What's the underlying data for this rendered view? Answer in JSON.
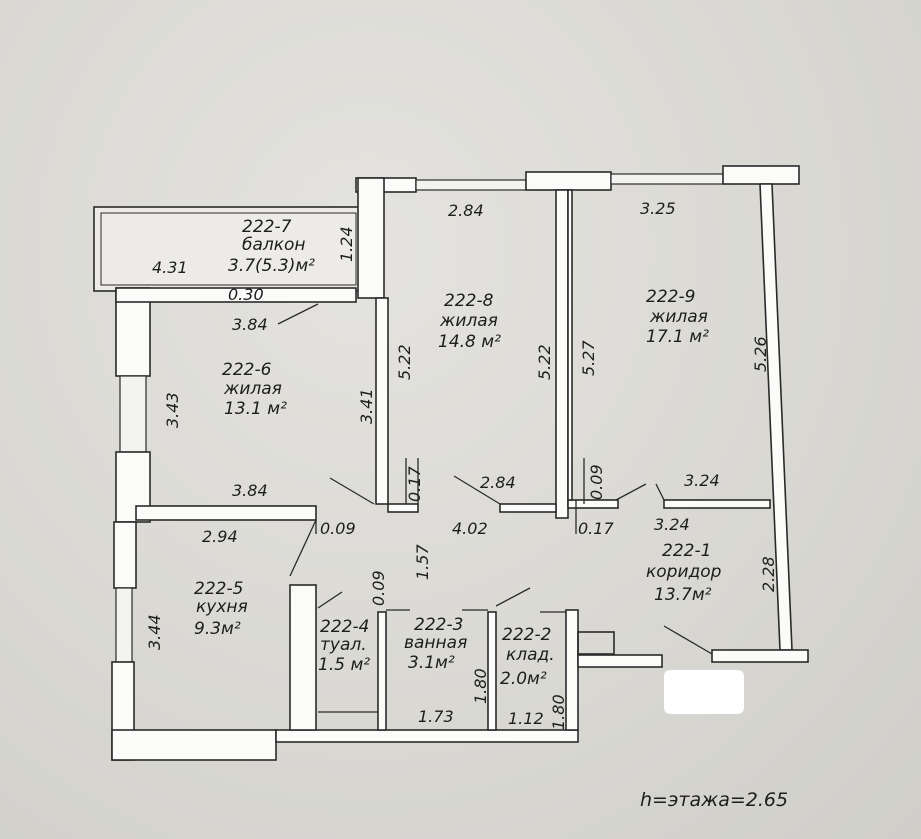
{
  "rooms": {
    "balcony": {
      "id": "222-7",
      "name": "балкон",
      "area": "3.7(5.3)м²"
    },
    "living6": {
      "id": "222-6",
      "name": "жилая",
      "area": "13.1 м²"
    },
    "living8": {
      "id": "222-8",
      "name": "жилая",
      "area": "14.8 м²"
    },
    "living9": {
      "id": "222-9",
      "name": "жилая",
      "area": "17.1 м²"
    },
    "kitchen": {
      "id": "222-5",
      "name": "кухня",
      "area": "9.3м²"
    },
    "toilet": {
      "id": "222-4",
      "name": "туал.",
      "area": "1.5 м²"
    },
    "bath": {
      "id": "222-3",
      "name": "ванная",
      "area": "3.1м²"
    },
    "storage": {
      "id": "222-2",
      "name": "клад.",
      "area": "2.0м²"
    },
    "corridor": {
      "id": "222-1",
      "name": "коридор",
      "area": "13.7м²"
    }
  },
  "dims": {
    "d431": "4.31",
    "d124": "1.24",
    "d030": "0.30",
    "d384a": "3.84",
    "d343": "3.43",
    "d341": "3.41",
    "d384b": "3.84",
    "d284a": "2.84",
    "d522a": "5.22",
    "d522b": "5.22",
    "d017a": "0.17",
    "d284b": "2.84",
    "d325": "3.25",
    "d527": "5.27",
    "d526": "5.26",
    "d009a": "0.09",
    "d324a": "3.24",
    "d294": "2.94",
    "d009b": "0.09",
    "d402": "4.02",
    "d017b": "0.17",
    "d324b": "3.24",
    "d344": "3.44",
    "d157": "1.57",
    "d009c": "0.09",
    "d228": "2.28",
    "d180a": "1.80",
    "d180b": "1.80",
    "d173": "1.73",
    "d112": "1.12"
  },
  "footer": {
    "height_note": "h=этажа=2.65"
  }
}
